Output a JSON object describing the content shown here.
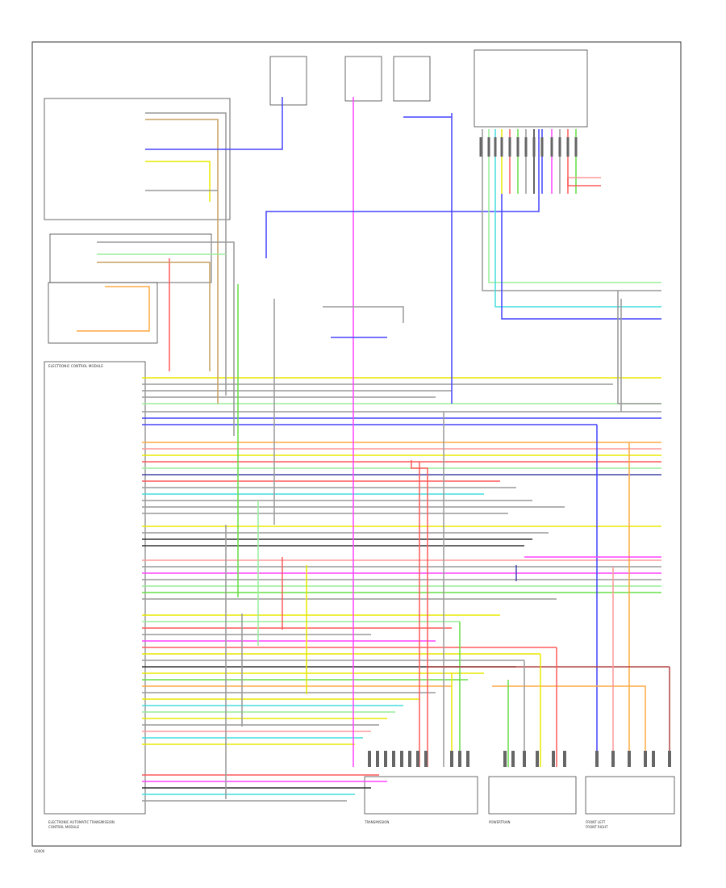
{
  "diagram": {
    "footer_code": "G0000",
    "module_title": "ELECTRONIC CONTROL MODULE",
    "footer_labels": [
      "ELECTRONIC AUTOMATIC TRANSMISSION",
      "CONTROL MODULE",
      "TRANSMISSION",
      "POWERTRAIN",
      "FRONT LEFT",
      "FRONT RIGHT"
    ],
    "colors": {
      "red": "#ff5a5a",
      "green": "#66dd44",
      "blue": "#4444ff",
      "magenta": "#ff44ff",
      "yellow": "#e8e800",
      "orange": "#ffaa44",
      "cyan": "#44dddd",
      "gray": "#999999",
      "dark": "#333333",
      "darkred": "#b04444",
      "tan": "#c8a060",
      "lightgreen": "#99ee99",
      "pink": "#ff9999",
      "navy": "#4444aa"
    }
  }
}
